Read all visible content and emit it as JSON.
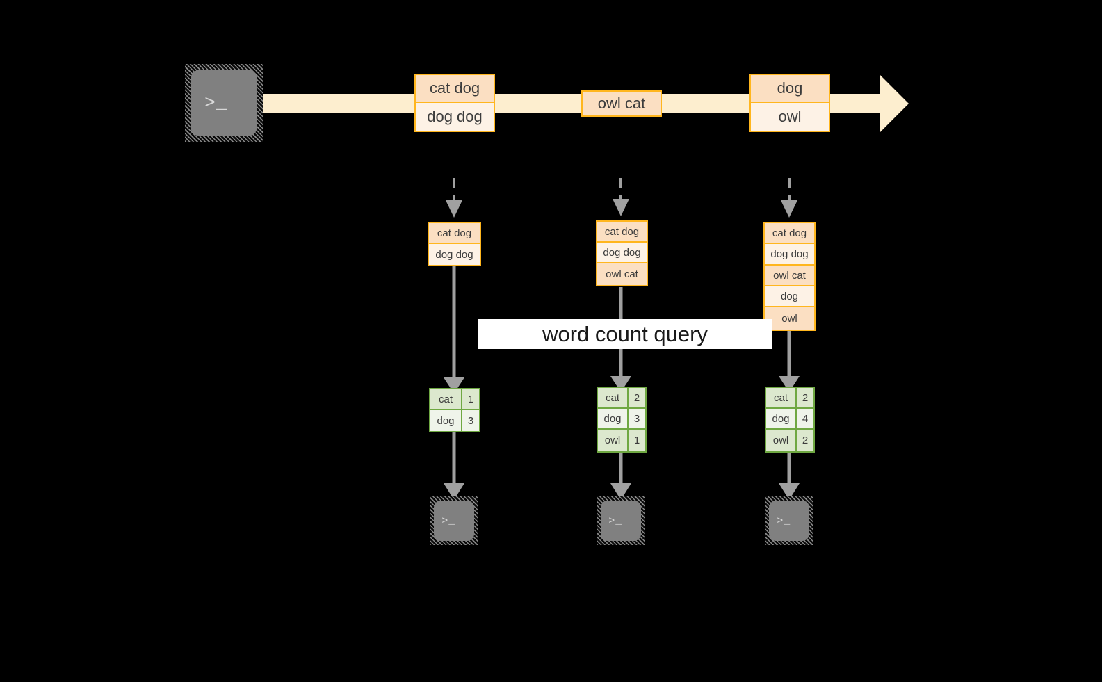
{
  "diagram": {
    "title_label": "word count query",
    "colors": {
      "background": "#000000",
      "record_border": "#FFB61E",
      "record_fill_dark": "#FBDFC2",
      "record_fill_light": "#FDF2E6",
      "stream_arrow_fill": "#FDEECF",
      "table_border": "#6FA842",
      "table_fill_dark": "#DCE8CE",
      "table_fill_light": "#EFF4EA",
      "arrow_gray": "#A0A0A0",
      "terminal_gray": "#808080",
      "label_background": "#FFFFFF",
      "text": "#3C3C3C"
    },
    "source": {
      "icon": "terminal-icon",
      "prompt_text": ">_"
    },
    "stream": {
      "icon": "stream-arrow-icon",
      "batches": [
        {
          "id": "batch-1",
          "records": [
            {
              "text": "cat dog",
              "shade": "dark"
            },
            {
              "text": "dog dog",
              "shade": "light"
            }
          ]
        },
        {
          "id": "batch-2",
          "records": [
            {
              "text": "owl cat",
              "shade": "dark"
            }
          ]
        },
        {
          "id": "batch-3",
          "records": [
            {
              "text": "dog",
              "shade": "dark"
            },
            {
              "text": "owl",
              "shade": "light"
            }
          ]
        }
      ]
    },
    "columns": [
      {
        "id": "column-1",
        "input_stack": [
          {
            "text": "cat dog",
            "shade": "dark"
          },
          {
            "text": "dog dog",
            "shade": "light"
          }
        ],
        "result": {
          "rows": [
            {
              "key": "cat",
              "value": "1",
              "shade": "dark"
            },
            {
              "key": "dog",
              "value": "3",
              "shade": "light"
            }
          ]
        },
        "sink": {
          "icon": "terminal-icon",
          "prompt_text": ">_"
        }
      },
      {
        "id": "column-2",
        "input_stack": [
          {
            "text": "cat dog",
            "shade": "dark"
          },
          {
            "text": "dog dog",
            "shade": "light"
          },
          {
            "text": "owl cat",
            "shade": "dark"
          }
        ],
        "result": {
          "rows": [
            {
              "key": "cat",
              "value": "2",
              "shade": "dark"
            },
            {
              "key": "dog",
              "value": "3",
              "shade": "light"
            },
            {
              "key": "owl",
              "value": "1",
              "shade": "dark"
            }
          ]
        },
        "sink": {
          "icon": "terminal-icon",
          "prompt_text": ">_"
        }
      },
      {
        "id": "column-3",
        "input_stack": [
          {
            "text": "cat dog",
            "shade": "dark"
          },
          {
            "text": "dog dog",
            "shade": "light"
          },
          {
            "text": "owl cat",
            "shade": "dark"
          },
          {
            "text": "dog",
            "shade": "light"
          },
          {
            "text": "owl",
            "shade": "dark"
          }
        ],
        "result": {
          "rows": [
            {
              "key": "cat",
              "value": "2",
              "shade": "dark"
            },
            {
              "key": "dog",
              "value": "4",
              "shade": "light"
            },
            {
              "key": "owl",
              "value": "2",
              "shade": "dark"
            }
          ]
        },
        "sink": {
          "icon": "terminal-icon",
          "prompt_text": ">_"
        }
      }
    ]
  }
}
